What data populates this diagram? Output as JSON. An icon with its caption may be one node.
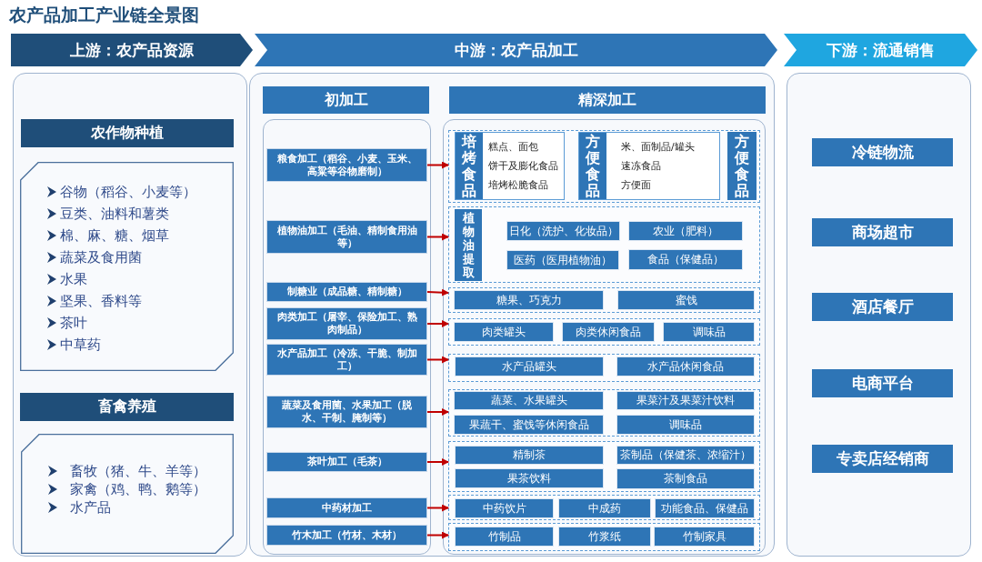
{
  "diagram": {
    "title": "农产品加工产业链全景图",
    "nodes": [
      {
        "text": [
          "上游：农产品资源"
        ]
      },
      {
        "text": [
          "中游：农产品加工"
        ]
      },
      {
        "text": [
          "下游：流通销售"
        ]
      },
      {
        "text": [],
        "shape": "box"
      },
      {
        "text": [
          "农作物种植"
        ],
        "in": 3
      },
      {
        "text": [
          "谷物（稻谷、小麦等）",
          "豆类、油料和薯类",
          "棉、麻、糖、烟草",
          "蔬菜及食用菌",
          "水果",
          "坚果、香料等",
          "茶叶",
          "中草药"
        ],
        "in": 3
      },
      {
        "text": [
          "畜禽养殖"
        ],
        "in": 3
      },
      {
        "text": [
          "畜牧（猪、牛、羊等）",
          "家禽（鸡、鸭、鹅等）",
          "水产品"
        ],
        "in": 3
      },
      {
        "text": [],
        "shape": "box"
      },
      {
        "text": [
          "初加工"
        ],
        "in": 8
      },
      {
        "text": [
          "精深加工"
        ],
        "in": 8
      },
      {
        "text": [],
        "shape": "box",
        "in": 8
      },
      {
        "text": [
          "粮食加工（稻谷、小麦、玉米、高粱等谷物磨制）"
        ],
        "in": 11
      },
      {
        "text": [
          "植物油加工（毛油、精制食用油等）"
        ],
        "in": 11
      },
      {
        "text": [
          "制糖业（成品糖、精制糖）"
        ],
        "in": 11
      },
      {
        "text": [
          "肉类加工（屠宰、保险加工、熟肉制品）"
        ],
        "in": 11
      },
      {
        "text": [
          "水产品加工（冷冻、干脆、制加工）"
        ],
        "in": 11
      },
      {
        "text": [
          "蔬菜及食用菌、水果加工（脱水、干制、腌制等）"
        ],
        "in": 11
      },
      {
        "text": [
          "茶叶加工（毛茶）"
        ],
        "in": 11
      },
      {
        "text": [
          "中药材加工"
        ],
        "in": 11
      },
      {
        "text": [
          "竹木加工（竹材、木材）"
        ],
        "in": 11
      },
      {
        "text": [],
        "shape": "box",
        "in": 8
      },
      {
        "text": [],
        "shape": "box",
        "in": 21
      },
      {
        "text": [
          "培烤食品",
          "糕点、面包",
          "饼干及膨化食品",
          "培烤松脆食品"
        ],
        "in": 22
      },
      {
        "text": [
          "方便食品",
          "米、面制品/罐头",
          "速冻食品",
          "方便面"
        ],
        "in": 22
      },
      {
        "text": [
          "方便食品"
        ],
        "in": 22
      },
      {
        "text": [],
        "shape": "box",
        "in": 21
      },
      {
        "text": [
          "植物油提取"
        ],
        "in": 26
      },
      {
        "text": [
          "日化（洗护、化妆品）"
        ],
        "in": 26
      },
      {
        "text": [
          "农业（肥料）"
        ],
        "in": 26
      },
      {
        "text": [
          "医药（医用植物油）"
        ],
        "in": 26
      },
      {
        "text": [
          "食品（保健品）"
        ],
        "in": 26
      },
      {
        "text": [],
        "shape": "box",
        "in": 21
      },
      {
        "text": [
          "糖果、巧克力"
        ],
        "in": 32
      },
      {
        "text": [
          "蜜饯"
        ],
        "in": 32
      },
      {
        "text": [],
        "shape": "box",
        "in": 21
      },
      {
        "text": [
          "肉类罐头"
        ],
        "in": 35
      },
      {
        "text": [
          "肉类休闲食品"
        ],
        "in": 35
      },
      {
        "text": [
          "调味品"
        ],
        "in": 35
      },
      {
        "text": [],
        "shape": "box",
        "in": 21
      },
      {
        "text": [
          "水产品罐头"
        ],
        "in": 39
      },
      {
        "text": [
          "水产品休闲食品"
        ],
        "in": 39
      },
      {
        "text": [],
        "shape": "box",
        "in": 21
      },
      {
        "text": [
          "蔬菜、水果罐头"
        ],
        "in": 42
      },
      {
        "text": [
          "果菜汁及果菜汁饮料"
        ],
        "in": 42
      },
      {
        "text": [
          "果蔬干、蜜饯等休闲食品"
        ],
        "in": 42
      },
      {
        "text": [
          "调味品"
        ],
        "in": 42
      },
      {
        "text": [],
        "shape": "box",
        "in": 21
      },
      {
        "text": [
          "精制茶"
        ],
        "in": 47
      },
      {
        "text": [
          "茶制品（保健茶、浓缩汁）"
        ],
        "in": 47
      },
      {
        "text": [
          "果茶饮料"
        ],
        "in": 47
      },
      {
        "text": [
          "茶制食品"
        ],
        "in": 47
      },
      {
        "text": [],
        "shape": "box",
        "in": 21
      },
      {
        "text": [
          "中药饮片"
        ],
        "in": 52
      },
      {
        "text": [
          "中成药"
        ],
        "in": 52
      },
      {
        "text": [
          "功能食品、保健品"
        ],
        "in": 52
      },
      {
        "text": [],
        "shape": "box",
        "in": 21
      },
      {
        "text": [
          "竹制品"
        ],
        "in": 56
      },
      {
        "text": [
          "竹浆纸"
        ],
        "in": 56
      },
      {
        "text": [
          "竹制家具"
        ],
        "in": 56
      },
      {
        "text": [],
        "shape": "box"
      },
      {
        "text": [
          "冷链物流"
        ],
        "in": 60
      },
      {
        "text": [
          "商场超市"
        ],
        "in": 60
      },
      {
        "text": [
          "酒店餐厅"
        ],
        "in": 60
      },
      {
        "text": [
          "电商平台"
        ],
        "in": 60
      },
      {
        "text": [
          "专卖店经销商"
        ],
        "in": 60
      }
    ],
    "edges": [
      {
        "from": 12,
        "to": 22,
        "arrow": "to"
      },
      {
        "from": 13,
        "to": 26,
        "arrow": "to"
      },
      {
        "from": 14,
        "to": 32,
        "arrow": "to"
      },
      {
        "from": 15,
        "to": 35,
        "arrow": "to"
      },
      {
        "from": 16,
        "to": 39,
        "arrow": "to"
      },
      {
        "from": 17,
        "to": 42,
        "arrow": "to"
      },
      {
        "from": 18,
        "to": 47,
        "arrow": "to"
      },
      {
        "from": 19,
        "to": 52,
        "arrow": "to"
      },
      {
        "from": 20,
        "to": 56,
        "arrow": "to"
      }
    ]
  }
}
